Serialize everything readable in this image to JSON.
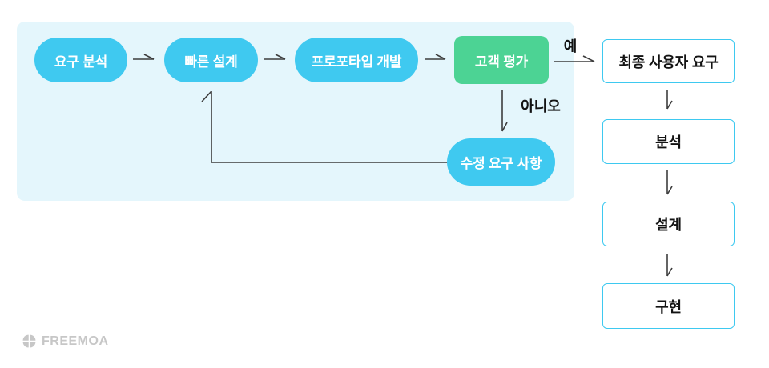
{
  "prototype_panel": {
    "steps": [
      {
        "label": "요구 분석"
      },
      {
        "label": "빠른 설계"
      },
      {
        "label": "프로포타입 개발"
      },
      {
        "label": "고객 평가"
      }
    ],
    "modification_node": {
      "label": "수정 요구 사항"
    },
    "decision": {
      "yes": "예",
      "no": "아니오"
    }
  },
  "waterfall_column": {
    "steps": [
      {
        "label": "최종 사용자 요구"
      },
      {
        "label": "분석"
      },
      {
        "label": "설계"
      },
      {
        "label": "구현"
      }
    ]
  },
  "footer": {
    "brand": "FREEMOA"
  },
  "colors": {
    "panel_background": "#E4F6FC",
    "pill_fill": "#3FC9F0",
    "evaluation_fill": "#4CD394",
    "box_border": "#3EC9F0",
    "arrow": "#3D3D3D",
    "node_text_light": "#FFFFFF",
    "node_text_dark": "#131313",
    "brand_gray": "#C7C7C7"
  }
}
